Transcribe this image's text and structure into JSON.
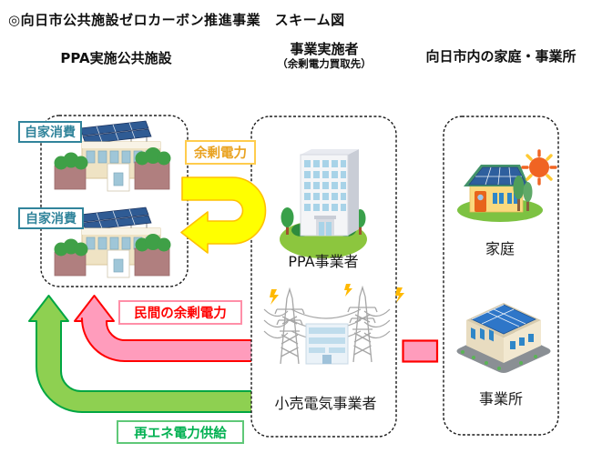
{
  "title": "◎向日市公共施設ゼロカーボン推進事業　スキーム図",
  "columns": {
    "left": {
      "header": "PPA実施公共施設"
    },
    "middle": {
      "header": "事業実施者",
      "subheader": "（余剰電力買取先）"
    },
    "right": {
      "header": "向日市内の家庭・事業所"
    }
  },
  "labels": {
    "self_consumption": "自家消費",
    "surplus_power": "余剰電力",
    "private_surplus_power": "民間の余剰電力",
    "renewable_supply": "再エネ電力供給"
  },
  "entities": {
    "ppa_operator": "PPA事業者",
    "retail_electric": "小売電気事業者",
    "household": "家庭",
    "business_office": "事業所"
  },
  "icons": [
    "school-building-icon",
    "office-tower-icon",
    "transmission-tower-icon",
    "power-plant-building-icon",
    "lightning-icon",
    "house-icon",
    "sun-icon",
    "tree-icon",
    "factory-building-icon",
    "solar-panel-icon"
  ],
  "colors": {
    "surplus_arrow_fill": "#FFFF00",
    "surplus_arrow_stroke": "#FFC000",
    "surplus_label_border": "#FFCC4D",
    "surplus_label_text": "#E9A220",
    "private_arrow_fill": "#FF9CBC",
    "private_arrow_stroke": "#FF0000",
    "private_label_border": "#FF8FA8",
    "private_label_text": "#FF0000",
    "renewable_arrow_fill": "#8ED051",
    "renewable_arrow_stroke": "#00A642",
    "renewable_label_border": "#5FC878",
    "renewable_label_text": "#00B050",
    "self_consumption_color": "#31849B",
    "dashed_box_stroke": "#1a1a1a"
  }
}
